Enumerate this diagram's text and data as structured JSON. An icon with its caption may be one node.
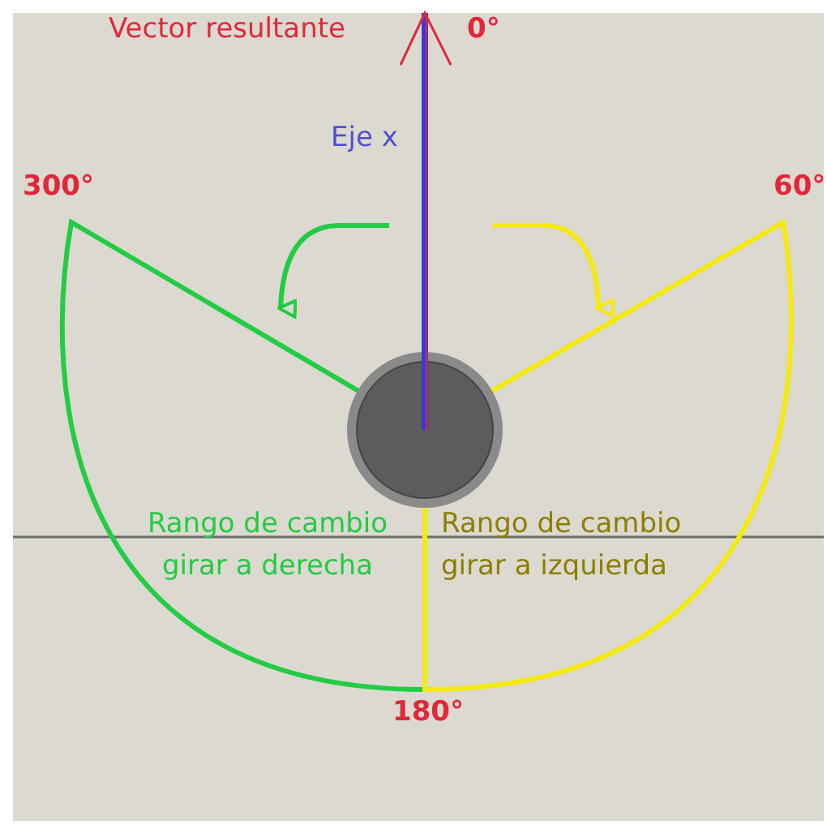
{
  "diagram": {
    "labels": [
      "Vector resultante",
      "0°",
      "Eje x",
      "300°",
      "60°",
      "Rango de cambio girar a derecha",
      "Rango de cambio girar a izquierda",
      "180°"
    ]
  }
}
